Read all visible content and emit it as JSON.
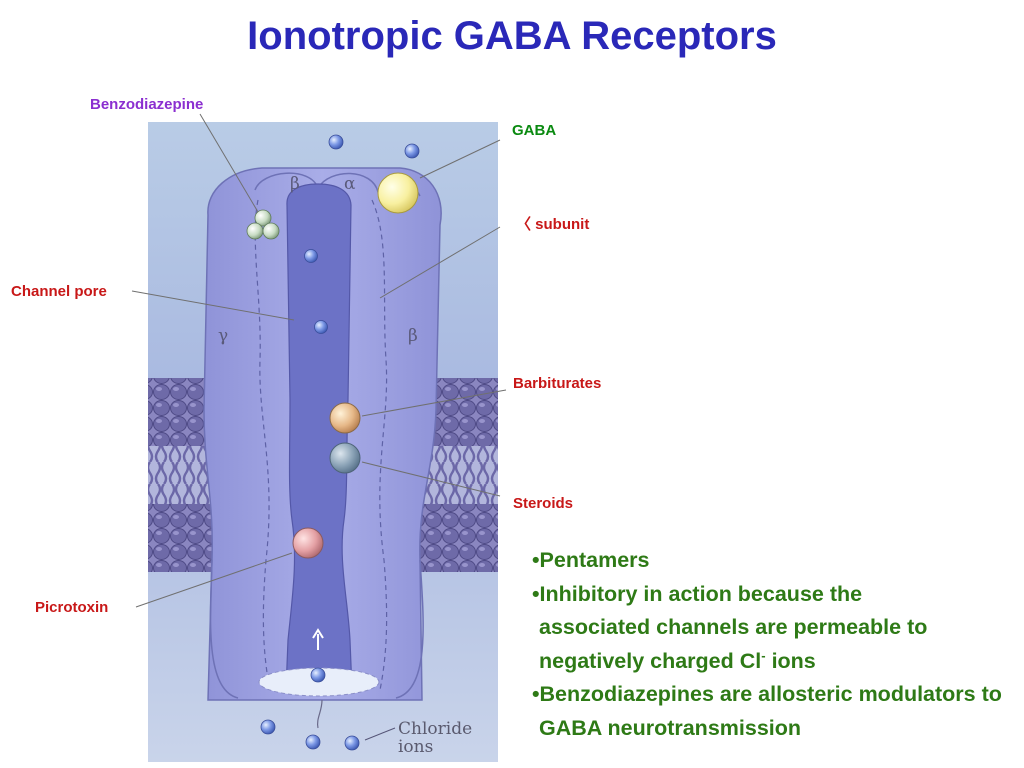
{
  "title": "Ionotropic GABA Receptors",
  "labels": {
    "benzodiazepine": "Benzodiazepine",
    "gaba": "GABA",
    "subunit": "〈 subunit",
    "channel_pore": "Channel pore",
    "barbiturates": "Barbiturates",
    "steroids": "Steroids",
    "picrotoxin": "Picrotoxin"
  },
  "figure": {
    "subunits": {
      "top_left": "β",
      "top_right": "α",
      "left": "γ",
      "right": "β"
    },
    "chloride_label": "Chloride ions"
  },
  "bullets": [
    {
      "text": "•Pentamers"
    },
    {
      "text": "•Inhibitory in action because the associated channels are permeable to negatively charged Cl",
      "sup": "-",
      "after": " ions"
    },
    {
      "text": "•Benzodiazepines are allosteric modulators to GABA neurotransmission"
    }
  ],
  "colors": {
    "title": "#2a28b8",
    "benzodiazepine_label": "#8b2fd0",
    "gaba_label": "#0a8a10",
    "red_labels": "#c81818",
    "bullets": "#2e7a16",
    "receptor_fill": "#9a9ee0",
    "membrane": "#6e6aa8"
  }
}
